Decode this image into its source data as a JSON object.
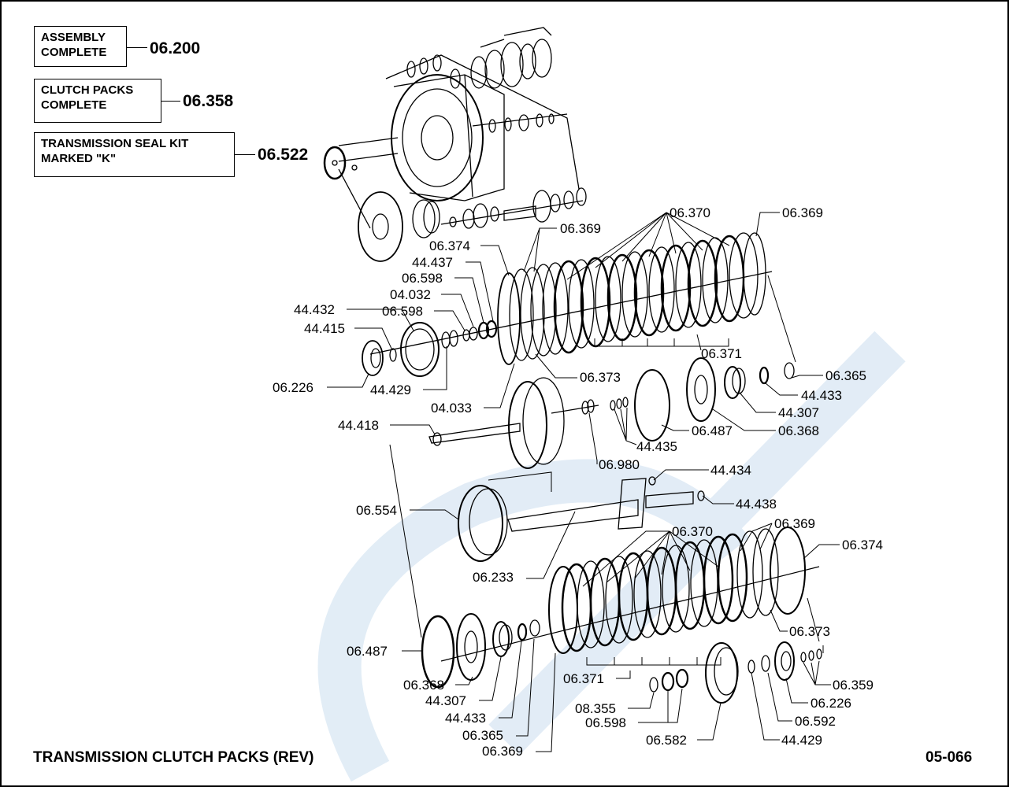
{
  "boxes": [
    {
      "text": "ASSEMBLY\nCOMPLETE",
      "number": "06.200"
    },
    {
      "text": "CLUTCH PACKS\nCOMPLETE",
      "number": "06.358"
    },
    {
      "text": "TRANSMISSION SEAL KIT\nMARKED \"K\"",
      "number": "06.522"
    }
  ],
  "labels": [
    "06.370",
    "06.369",
    "06.369",
    "06.374",
    "44.437",
    "06.598",
    "04.032",
    "06.598",
    "44.432",
    "44.415",
    "06.226",
    "44.429",
    "04.033",
    "06.373",
    "06.371",
    "06.365",
    "44.433",
    "44.307",
    "06.368",
    "06.487",
    "44.435",
    "44.418",
    "06.980",
    "44.434",
    "44.438",
    "06.554",
    "06.233",
    "06.370",
    "06.369",
    "06.374",
    "06.373",
    "06.487",
    "06.368",
    "44.307",
    "44.433",
    "06.365",
    "06.369",
    "06.371",
    "08.355",
    "06.598",
    "06.582",
    "44.429",
    "06.592",
    "06.226",
    "06.359"
  ],
  "footer": {
    "title": "TRANSMISSION CLUTCH PACKS (REV)",
    "code": "05-066"
  },
  "colors": {
    "ink": "#000000",
    "watermark": "#dbe8f4"
  }
}
